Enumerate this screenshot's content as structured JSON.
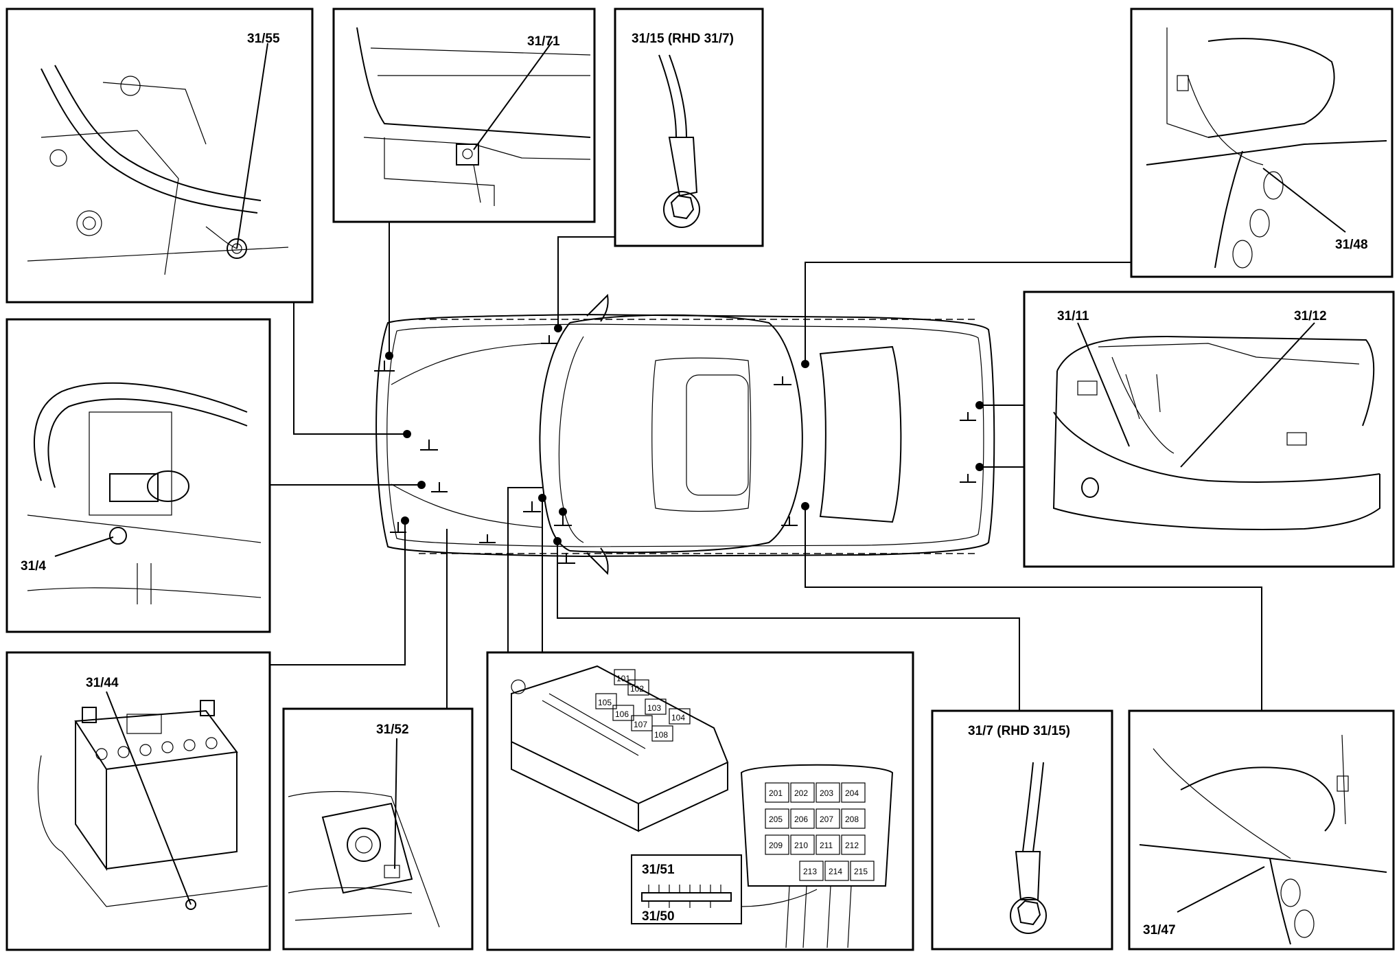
{
  "labels": {
    "p31_55": "31/55",
    "p31_71": "31/71",
    "p31_15": "31/15 (RHD 31/7)",
    "p31_48": "31/48",
    "p31_11": "31/11",
    "p31_12": "31/12",
    "p31_4": "31/4",
    "p31_44": "31/44",
    "p31_52": "31/52",
    "p31_51": "31/51",
    "p31_50": "31/50",
    "p31_7": "31/7 (RHD 31/15)",
    "p31_47": "31/47"
  },
  "fusebox": {
    "relays_100": [
      "101",
      "102",
      "103",
      "104",
      "105",
      "106",
      "107",
      "108"
    ],
    "relays_200": [
      "201",
      "202",
      "203",
      "204",
      "205",
      "206",
      "207",
      "208",
      "209",
      "210",
      "211",
      "212",
      "213",
      "214",
      "215"
    ]
  }
}
